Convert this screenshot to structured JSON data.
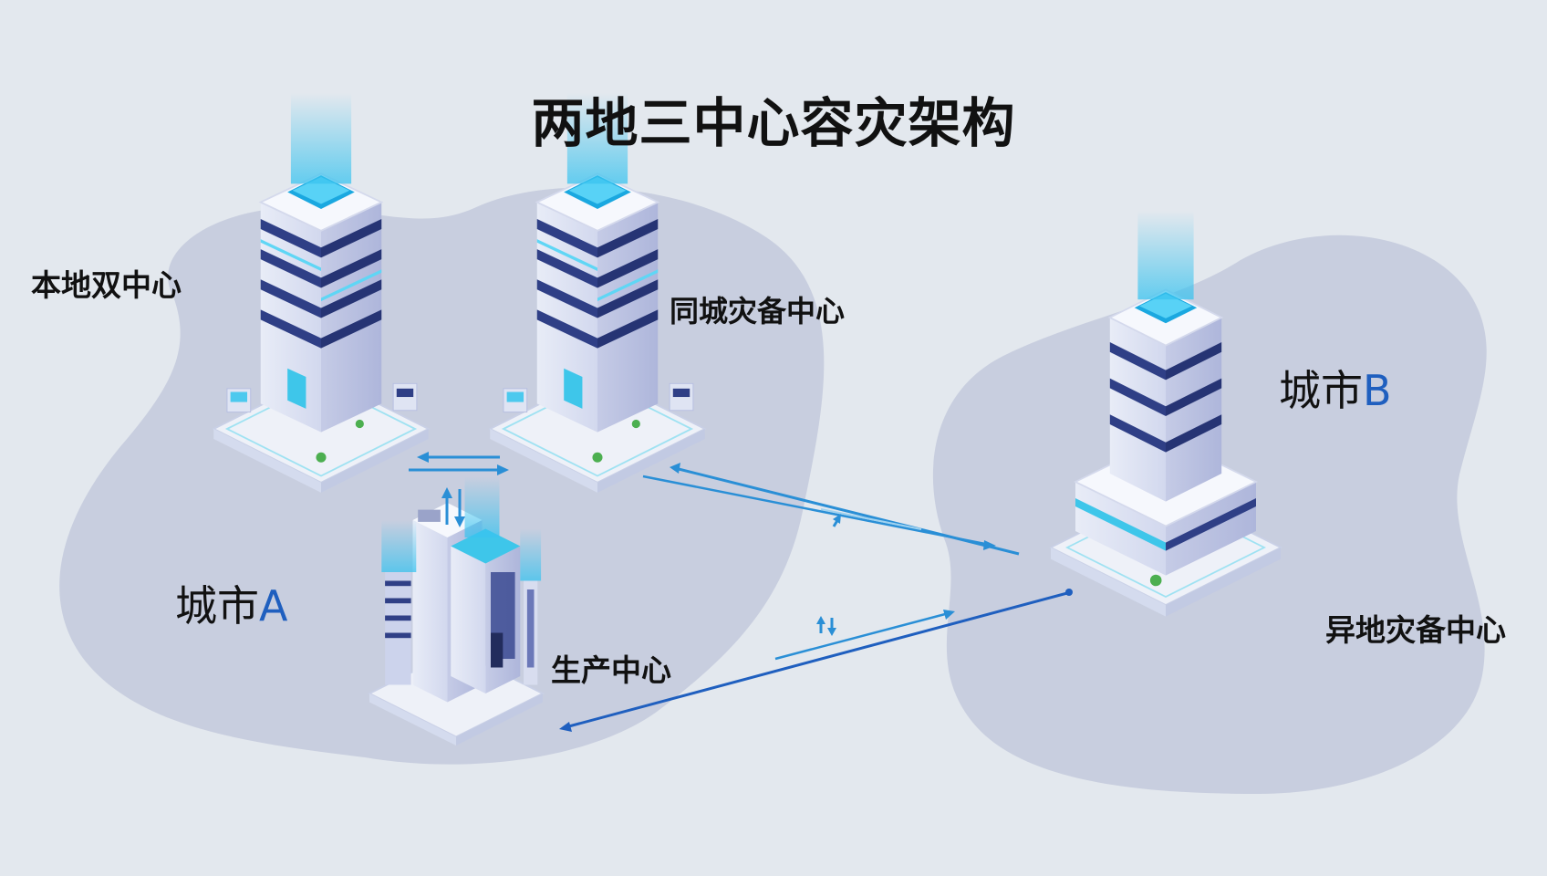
{
  "title": "两地三中心容灾架构",
  "labels": {
    "local_dual_center": "本地双中心",
    "same_city_dr_center": "同城灾备中心",
    "remote_dr_center": "异地灾备中心",
    "production_center": "生产中心"
  },
  "city_a": {
    "prefix": "城市",
    "letter": "A"
  },
  "city_b": {
    "prefix": "城市",
    "letter": "B"
  },
  "colors": {
    "background": "#e3e8ee",
    "region": "#c3c9dc",
    "accent_blue": "#1f5fbf",
    "link_blue": "#2a8fd6",
    "screen_cyan": "#39c3ef",
    "building_white": "#f4f6fb",
    "stripe_navy": "#2f3f86"
  },
  "icons": {
    "datacenter": "server-tower-icon",
    "production": "office-buildings-icon",
    "sync": "bidirectional-arrow-icon"
  }
}
